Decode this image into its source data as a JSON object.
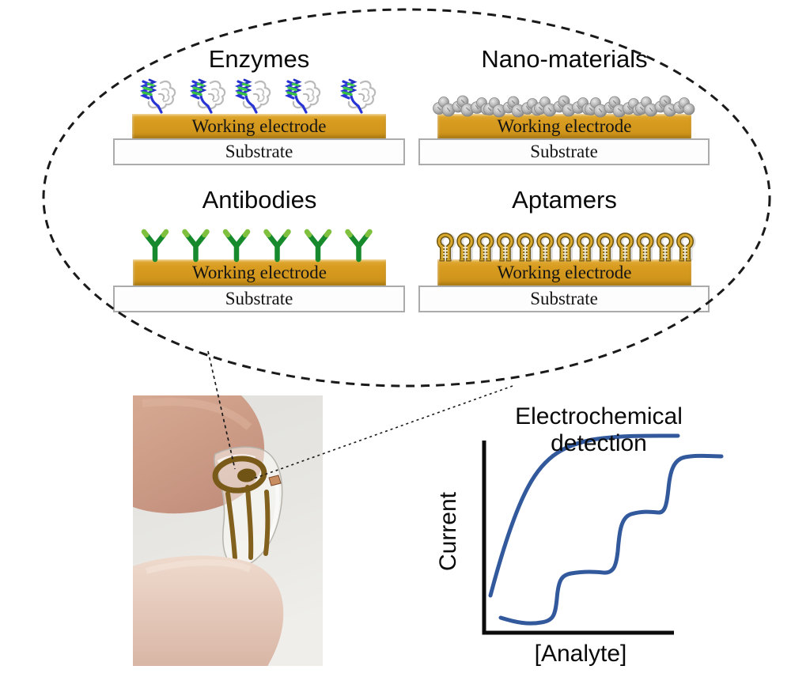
{
  "panels": [
    {
      "id": "enzymes",
      "title": "Enzymes",
      "electrode_label": "Working electrode",
      "substrate_label": "Substrate",
      "icon": "enzyme-protein-icon"
    },
    {
      "id": "nano-materials",
      "title": "Nano-materials",
      "electrode_label": "Working electrode",
      "substrate_label": "Substrate",
      "icon": "nanoparticle-icon"
    },
    {
      "id": "antibodies",
      "title": "Antibodies",
      "electrode_label": "Working electrode",
      "substrate_label": "Substrate",
      "icon": "antibody-y-icon"
    },
    {
      "id": "aptamers",
      "title": "Aptamers",
      "electrode_label": "Working electrode",
      "substrate_label": "Substrate",
      "icon": "aptamer-hairpin-icon"
    }
  ],
  "chart": {
    "title": "Electrochemical detection",
    "ylabel": "Current",
    "xlabel": "[Analyte]"
  },
  "photo": {
    "alt_icon": "fingers-holding-flexible-electrode-photo"
  },
  "colors": {
    "electrode_gold": "#D79A1F",
    "curve_blue": "#33599D",
    "antibody_green": "#168A2C",
    "antibody_tip_green": "#7FC13E",
    "aptamer_gold": "#D8A92C",
    "nano_gray": "#9B9B9B",
    "dashed_outline": "#1A1A1A"
  },
  "chart_data": {
    "type": "line",
    "title": "Electrochemical detection",
    "xlabel": "[Analyte]",
    "ylabel": "Current",
    "grid": false,
    "legend": false,
    "axes_have_tick_labels": false,
    "series": [
      {
        "name": "saturating response curve",
        "shape": "smooth monotonic saturation (Langmuir-like)",
        "x_norm": [
          0.03,
          0.12,
          0.22,
          0.33,
          0.47,
          0.62,
          0.8,
          1.0
        ],
        "y_norm": [
          0.19,
          0.42,
          0.63,
          0.78,
          0.89,
          0.95,
          0.98,
          0.99
        ]
      },
      {
        "name": "stepwise response curve",
        "shape": "three-step staircase sigmoid",
        "x_norm": [
          0.09,
          0.2,
          0.3,
          0.36,
          0.45,
          0.58,
          0.64,
          0.76,
          0.88,
          0.93,
          1.0
        ],
        "y_norm": [
          0.08,
          0.05,
          0.06,
          0.31,
          0.32,
          0.33,
          0.62,
          0.63,
          0.64,
          0.91,
          0.92
        ]
      }
    ]
  }
}
